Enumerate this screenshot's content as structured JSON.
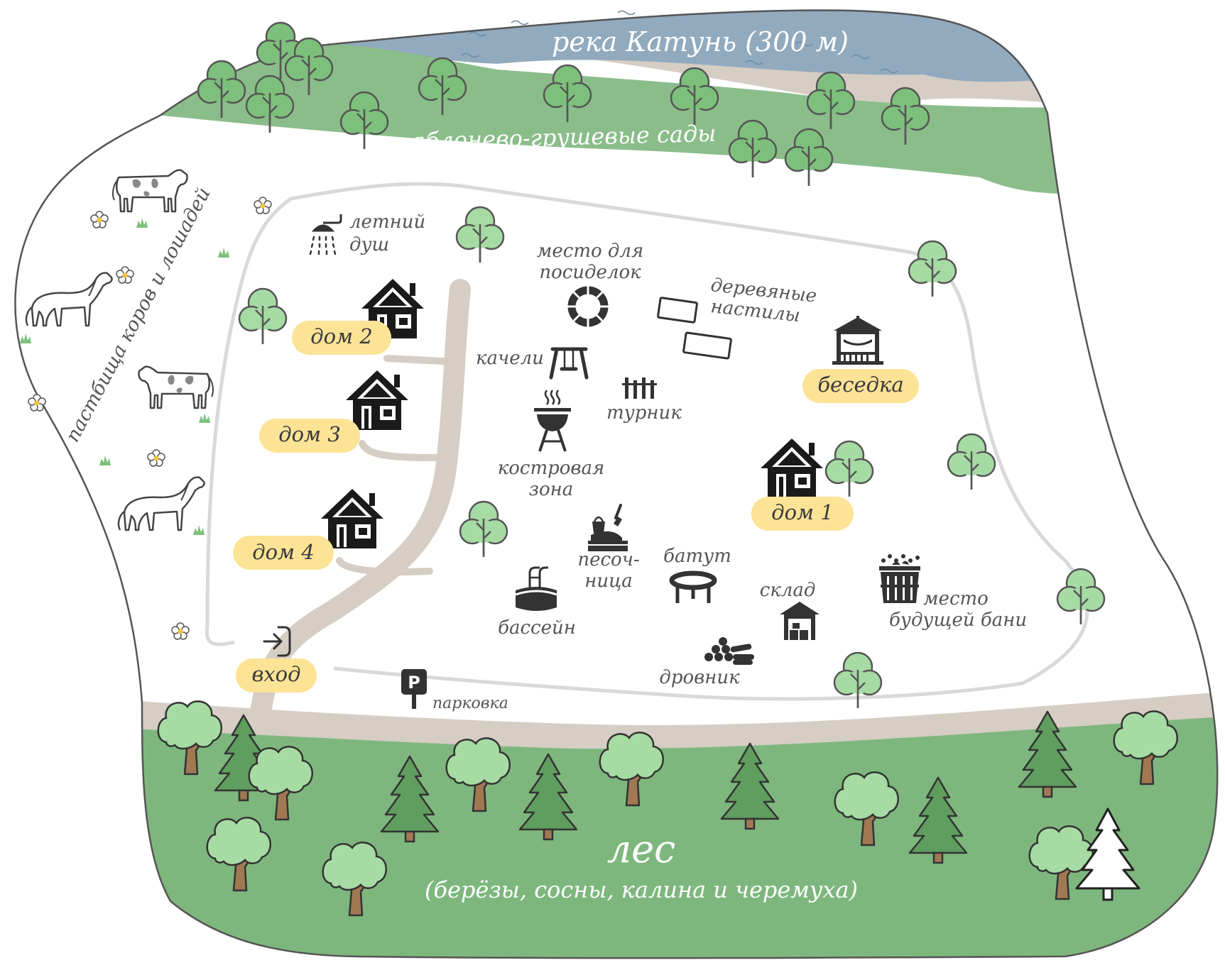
{
  "colors": {
    "river": "#92aabe",
    "shore": "#d6cdc4",
    "garden": "#8bbd8a",
    "forest": "#7eb77d",
    "tree_light": "#a6dba4",
    "tree_dark": "#5f9e5e",
    "label_bg": "#fde396",
    "outline": "#555555",
    "icon": "#222222"
  },
  "river": {
    "label": "река Катунь (300 м)"
  },
  "gardens": {
    "label": "яблонево-грушевые сады"
  },
  "pasture": {
    "label": "пастбища коров и лошадей",
    "icons": [
      "cow-icon",
      "horse-icon",
      "cow-grazing-icon",
      "horse-icon"
    ]
  },
  "houses": [
    {
      "label": "дом 1",
      "icon": "house-icon"
    },
    {
      "label": "дом 2",
      "icon": "house-icon"
    },
    {
      "label": "дом 3",
      "icon": "house-icon"
    },
    {
      "label": "дом 4",
      "icon": "house-icon"
    }
  ],
  "gazebo": {
    "label": "беседка",
    "icon": "gazebo-icon"
  },
  "entrance": {
    "label": "вход",
    "icon": "entrance-icon"
  },
  "parking": {
    "label": "парковка",
    "sign": "P",
    "icon": "parking-sign-icon"
  },
  "amenities": {
    "shower": {
      "line1": "летний",
      "line2": "душ",
      "icon": "shower-icon"
    },
    "gathering": {
      "line1": "место для",
      "line2": "посиделок",
      "icon": "fire-ring-icon"
    },
    "decks": {
      "line1": "деревяные",
      "line2": "настилы",
      "icon": "deck-icon"
    },
    "swings": {
      "label": "качели",
      "icon": "swing-icon"
    },
    "bar": {
      "label": "турник",
      "icon": "pull-up-bar-icon"
    },
    "bonfire": {
      "line1": "костровая",
      "line2": "зона",
      "icon": "grill-icon"
    },
    "sandbox": {
      "line1": "песоч-",
      "line2": "ница",
      "icon": "sandbox-icon"
    },
    "trampoline": {
      "label": "батут",
      "icon": "trampoline-icon"
    },
    "pool": {
      "label": "бассейн",
      "icon": "pool-icon"
    },
    "storage": {
      "label": "склад",
      "icon": "storage-icon"
    },
    "woodpile": {
      "label": "дровник",
      "icon": "woodpile-icon"
    },
    "bathhouse": {
      "line1": "место",
      "line2": "будущей бани",
      "icon": "bathhouse-icon"
    }
  },
  "forest": {
    "label": "лес",
    "sublabel": "(берёзы, сосны, калина и черемуха)"
  }
}
